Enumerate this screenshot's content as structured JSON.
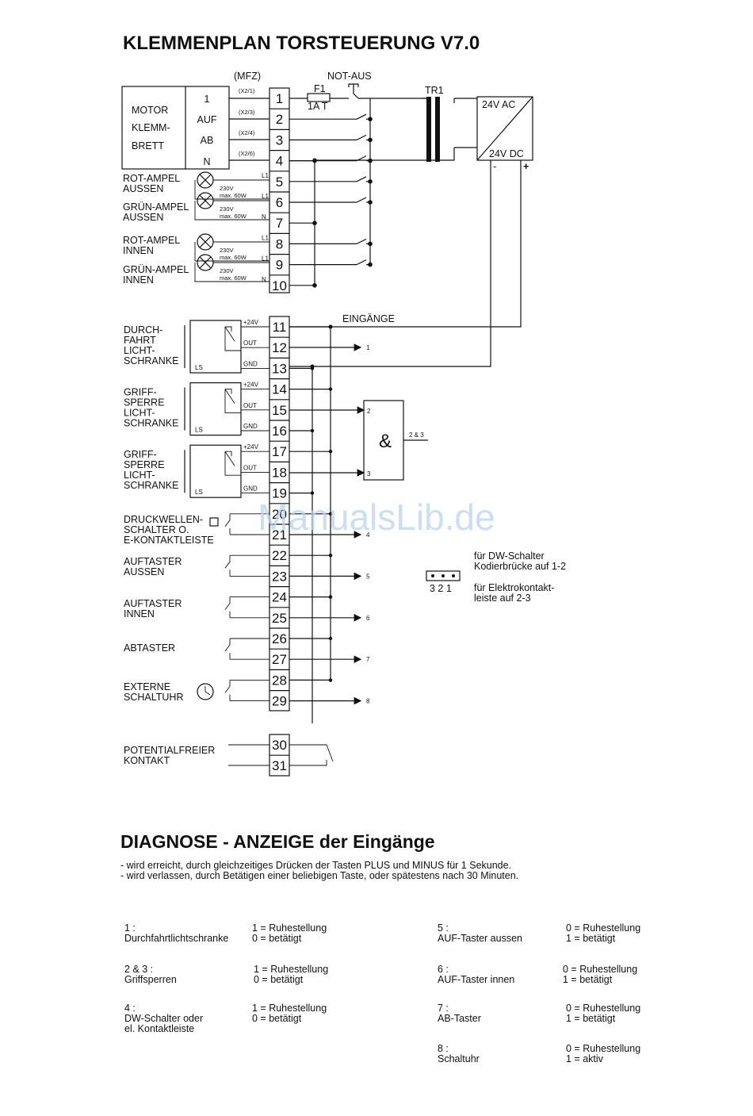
{
  "title": "KLEMMENPLAN   TORSTEUERUNG V7.0",
  "top_labels": {
    "mfz": "(MFZ)",
    "not_aus": "NOT-AUS",
    "fuse_name": "F1",
    "fuse_rating": "1A T",
    "transformer": "TR1",
    "psu_ac": "24V AC",
    "psu_dc": "24V DC",
    "minus": "-",
    "plus": "+"
  },
  "motor": {
    "lines": [
      "MOTOR",
      "KLEMM-",
      "BRETT"
    ],
    "pins": [
      "1",
      "AUF",
      "AB",
      "N"
    ],
    "x_labels": [
      "(X2/1)",
      "(X2/3)",
      "(X2/4)",
      "(X2/6)"
    ]
  },
  "terminals": [
    "1",
    "2",
    "3",
    "4",
    "5",
    "6",
    "7",
    "8",
    "9",
    "10",
    "11",
    "12",
    "13",
    "14",
    "15",
    "16",
    "17",
    "18",
    "19",
    "20",
    "21",
    "22",
    "23",
    "24",
    "25",
    "26",
    "27",
    "28",
    "29",
    "30",
    "31"
  ],
  "lamps": [
    {
      "lines": [
        "ROT-AMPEL",
        "AUSSEN"
      ],
      "rating": [
        "230V",
        "max. 60W"
      ]
    },
    {
      "lines": [
        "GRÜN-AMPEL",
        "AUSSEN"
      ],
      "rating": [
        "230V",
        "max. 60W"
      ]
    },
    {
      "lines": [
        "ROT-AMPEL",
        "INNEN"
      ],
      "rating": [
        "230V",
        "max. 60W"
      ]
    },
    {
      "lines": [
        "GRÜN-AMPEL",
        "INNEN"
      ],
      "rating": [
        "230V",
        "max. 60W"
      ]
    }
  ],
  "lamp_pins": [
    "L1",
    "L1",
    "N",
    "L1",
    "L1",
    "N"
  ],
  "eingaenge": "EINGÄNGE",
  "sensors": [
    {
      "lines": [
        "DURCH-",
        "FAHRT",
        "LICHT-",
        "SCHRANKE"
      ],
      "box": "LS",
      "pins": [
        "+24V",
        "OUT",
        "GND"
      ]
    },
    {
      "lines": [
        "GRIFF-",
        "SPERRE",
        "LICHT-",
        "SCHRANKE"
      ],
      "box": "LS",
      "pins": [
        "+24V",
        "OUT",
        "GND"
      ]
    },
    {
      "lines": [
        "GRIFF-",
        "SPERRE",
        "LICHT-",
        "SCHRANKE"
      ],
      "box": "LS",
      "pins": [
        "+24V",
        "OUT",
        "GND"
      ]
    }
  ],
  "and_gate": {
    "symbol": "&",
    "in1": "2",
    "in2": "3",
    "out": "2 & 3"
  },
  "inputs": [
    {
      "lines": [
        "DRUCKWELLEN-",
        "SCHALTER O.",
        "E-KONTAKTLEISTE"
      ],
      "arrow": "4"
    },
    {
      "lines": [
        "AUFTASTER",
        "AUSSEN"
      ],
      "arrow": "5"
    },
    {
      "lines": [
        "AUFTASTER",
        "INNEN"
      ],
      "arrow": "6"
    },
    {
      "lines": [
        "ABTASTER"
      ],
      "arrow": "7"
    },
    {
      "lines": [
        "EXTERNE",
        "SCHALTUHR"
      ],
      "arrow": "8"
    },
    {
      "lines": [
        "POTENTIALFREIER",
        "KONTAKT"
      ]
    }
  ],
  "arrow1": "1",
  "jumper": {
    "pins": "3  2  1",
    "note1": [
      "für DW-Schalter",
      "Kodierbrücke auf 1-2"
    ],
    "note2": [
      "für Elektrokontakt-",
      "leiste auf 2-3"
    ]
  },
  "watermark": "ManualsLib.de",
  "diagnose": {
    "title": "DIAGNOSE - ANZEIGE  der Eingänge",
    "notes": [
      "- wird erreicht, durch gleichzeitiges Drücken der Tasten PLUS und MINUS für 1 Sekunde.",
      "- wird verlassen, durch Betätigen einer beliebigen Taste, oder spätestens nach 30 Minuten."
    ],
    "entries": [
      {
        "label": [
          "1 :",
          "Durchfahrtlichtschranke"
        ],
        "values": [
          "1 = Ruhestellung",
          "0 = betätigt"
        ]
      },
      {
        "label": [
          "2 & 3 :",
          "Griffsperren"
        ],
        "values": [
          "1 = Ruhestellung",
          "0 = betätigt"
        ]
      },
      {
        "label": [
          "4 :",
          "DW-Schalter oder",
          "el. Kontaktleiste"
        ],
        "values": [
          "1 = Ruhestellung",
          "0 = betätigt"
        ]
      },
      {
        "label": [
          "5 :",
          "AUF-Taster aussen"
        ],
        "values": [
          "0 = Ruhestellung",
          "1 = betätigt"
        ]
      },
      {
        "label": [
          "6 :",
          "AUF-Taster innen"
        ],
        "values": [
          "0 = Ruhestellung",
          "1 = betätigt"
        ]
      },
      {
        "label": [
          "7 :",
          "AB-Taster"
        ],
        "values": [
          "0 = Ruhestellung",
          "1 = betätigt"
        ]
      },
      {
        "label": [
          "8 :",
          "Schaltuhr"
        ],
        "values": [
          "0 = Ruhestellung",
          "1 = aktiv"
        ]
      }
    ]
  }
}
